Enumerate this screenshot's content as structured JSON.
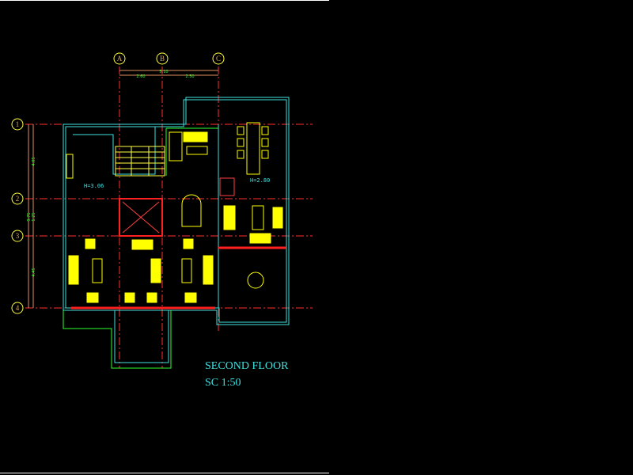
{
  "drawing": {
    "title": "SECOND FLOOR",
    "scale": "SC 1:50",
    "grid_columns": [
      "A",
      "B",
      "C"
    ],
    "grid_rows": [
      "1",
      "2",
      "3",
      "4"
    ],
    "top_dimensions": {
      "total": "5.10",
      "segments": [
        "2.60",
        "2.50"
      ]
    },
    "side_dimensions": [
      "4.05",
      "1.25",
      "4.45"
    ],
    "side_total": "9.75",
    "height_labels": [
      "H=3.06",
      "H=2.80"
    ],
    "colors": {
      "background": "#000000",
      "grid": "#ff3030",
      "walls": "#40e0e0",
      "furniture": "#ffff00",
      "dims": "#30ff30",
      "bubbles": "#ffff40"
    }
  }
}
